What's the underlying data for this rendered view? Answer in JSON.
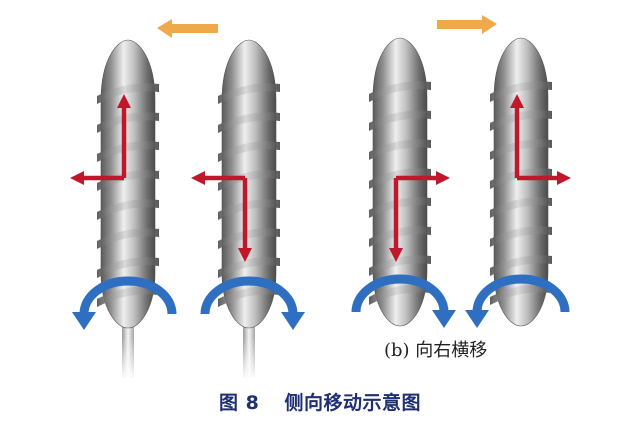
{
  "subfigure_label": "(b) 向右横移",
  "caption": {
    "number": "图 8",
    "title": "侧向移动示意图"
  },
  "colors": {
    "movement_arrow": "#f0a94a",
    "force_arrow": "#c0182a",
    "rotation_arrow": "#2e6fc2",
    "body_light": "#eeeeee",
    "body_dark": "#5a5a5a",
    "caption_text": "#1f2f73"
  },
  "panels": [
    {
      "id": "a-left",
      "movement": "left",
      "rotation": "counterclockwise",
      "force": "up-left"
    },
    {
      "id": "a-right",
      "movement": "left",
      "rotation": "clockwise",
      "force": "down-left"
    },
    {
      "id": "b-left",
      "movement": "right",
      "rotation": "clockwise",
      "force": "down-right"
    },
    {
      "id": "b-right",
      "movement": "right",
      "rotation": "counterclockwise",
      "force": "up-right"
    }
  ]
}
